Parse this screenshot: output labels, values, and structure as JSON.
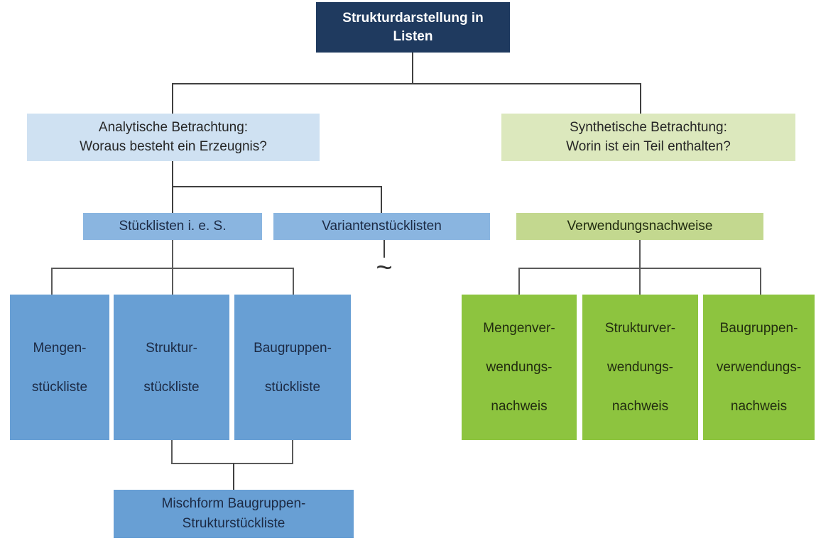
{
  "root": {
    "label": "Strukturdarstellung in\nListen"
  },
  "left": {
    "header": "Analytische Betrachtung:\nWoraus besteht ein Erzeugnis?",
    "groups": [
      {
        "label": "Stücklisten i. e. S."
      },
      {
        "label": "Variantenstücklisten",
        "note": "~"
      }
    ],
    "children": [
      "Mengen-\nstückliste",
      "Struktur-\nstückliste",
      "Baugruppen-\nstückliste"
    ],
    "merge_box": "Mischform Baugruppen-\nStrukturstückliste"
  },
  "right": {
    "header": "Synthetische Betrachtung:\nWorin ist ein Teil enthalten?",
    "group": {
      "label": "Verwendungsnachweise"
    },
    "children": [
      "Mengenver-\nwendungs-\nnachweis",
      "Strukturver-\nwendungs-\nnachweis",
      "Baugruppen-\nverwendungs-\nnachweis"
    ]
  },
  "colors": {
    "root_bg": "#1f3a5f",
    "root_text": "#ffffff",
    "analytic_bg": "#cfe1f2",
    "synthetic_bg": "#dce8bd",
    "blue_header_bg": "#8ab5e0",
    "green_header_bg": "#c3d88f",
    "blue_node_bg": "#689fd4",
    "green_node_bg": "#8dc43f",
    "blue_text": "#1c2a44",
    "green_text": "#222d10",
    "line": "#404040"
  }
}
